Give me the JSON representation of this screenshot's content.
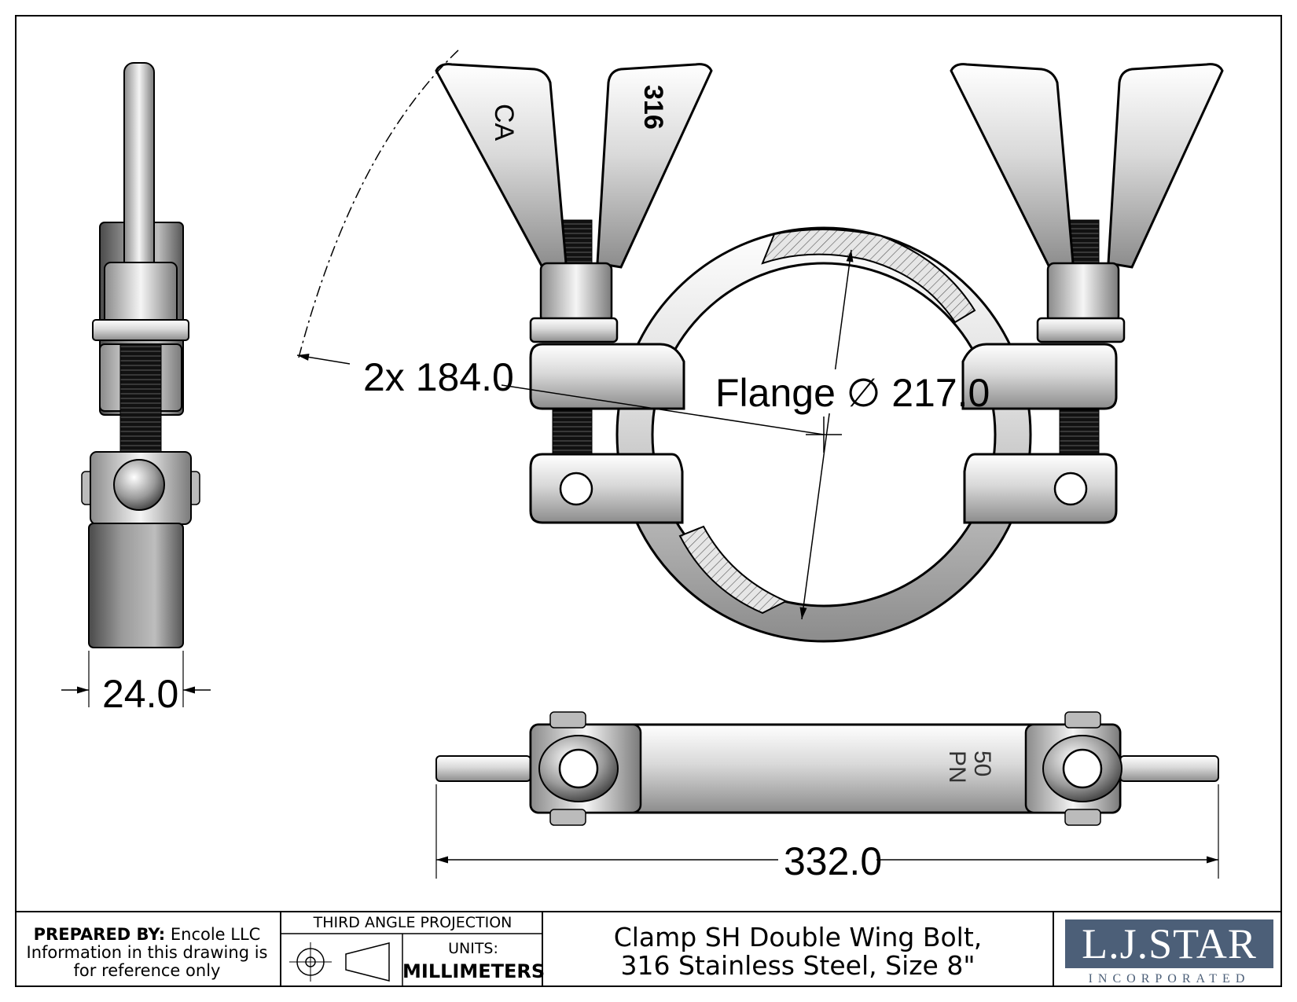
{
  "dimensions": {
    "width": "24.0",
    "angle": "2x 184.0",
    "flange": "Flange ∅ 217.0",
    "length": "332.0"
  },
  "part_marks": {
    "logo": "CA",
    "material": "316",
    "pressure_1": "PN",
    "pressure_2": "50"
  },
  "title_block": {
    "prepared_by_label": "PREPARED BY:",
    "prepared_by_value": " Encole LLC",
    "note_line1": "Information in this drawing is",
    "note_line2": "for reference only",
    "projection": "THIRD ANGLE PROJECTION",
    "units_label": "UNITS:",
    "units_value": "MILLIMETERS",
    "title_line1": "Clamp SH Double Wing Bolt,",
    "title_line2": "316 Stainless Steel, Size 8\"",
    "company": "L.J.STAR",
    "company_sub": "INCORPORATED"
  },
  "colors": {
    "steel_light": "#f2f2f2",
    "steel_mid": "#c8c8c8",
    "steel_dark": "#6e6e6e",
    "thread": "#1a1a1a",
    "logo_blue": "#4c5f78"
  }
}
